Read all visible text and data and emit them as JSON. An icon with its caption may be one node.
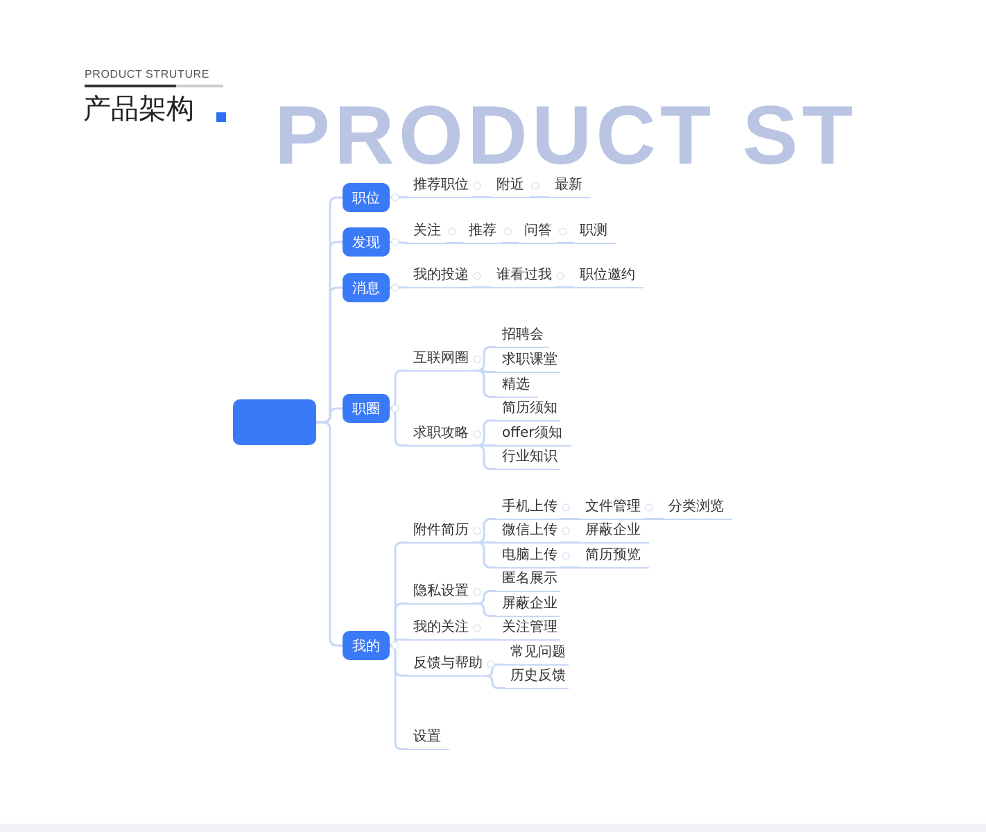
{
  "diagram": {
    "title": "产品架构",
    "nodes": [
      {
        "text": [],
        "shape": "box"
      },
      {
        "text": [
          "职位"
        ]
      },
      {
        "text": [
          "发现"
        ]
      },
      {
        "text": [
          "消息"
        ]
      },
      {
        "text": [
          "职圈"
        ]
      },
      {
        "text": [
          "我的"
        ]
      },
      {
        "text": [
          "推荐职位"
        ]
      },
      {
        "text": [
          "附近"
        ]
      },
      {
        "text": [
          "最新"
        ]
      },
      {
        "text": [
          "关注"
        ]
      },
      {
        "text": [
          "推荐"
        ]
      },
      {
        "text": [
          "问答"
        ]
      },
      {
        "text": [
          "职测"
        ]
      },
      {
        "text": [
          "我的投递"
        ]
      },
      {
        "text": [
          "谁看过我"
        ]
      },
      {
        "text": [
          "职位邀约"
        ]
      },
      {
        "text": [
          "互联网圈"
        ]
      },
      {
        "text": [
          "招聘会"
        ]
      },
      {
        "text": [
          "求职课堂"
        ]
      },
      {
        "text": [
          "精选"
        ]
      },
      {
        "text": [
          "求职攻略"
        ]
      },
      {
        "text": [
          "简历须知"
        ]
      },
      {
        "text": [
          "offer须知"
        ]
      },
      {
        "text": [
          "行业知识"
        ]
      },
      {
        "text": [
          "附件简历"
        ]
      },
      {
        "text": [
          "手机上传"
        ]
      },
      {
        "text": [
          "文件管理"
        ]
      },
      {
        "text": [
          "分类浏览"
        ]
      },
      {
        "text": [
          "微信上传"
        ]
      },
      {
        "text": [
          "屏蔽企业"
        ]
      },
      {
        "text": [
          "电脑上传"
        ]
      },
      {
        "text": [
          "简历预览"
        ]
      },
      {
        "text": [
          "隐私设置"
        ]
      },
      {
        "text": [
          "匿名展示"
        ]
      },
      {
        "text": [
          "屏蔽企业"
        ]
      },
      {
        "text": [
          "我的关注"
        ]
      },
      {
        "text": [
          "关注管理"
        ]
      },
      {
        "text": [
          "反馈与帮助"
        ]
      },
      {
        "text": [
          "常见问题"
        ]
      },
      {
        "text": [
          "历史反馈"
        ]
      },
      {
        "text": [
          "设置"
        ]
      }
    ],
    "edges": [
      {
        "from": 0,
        "to": 1,
        "arrow": "none"
      },
      {
        "from": 0,
        "to": 2,
        "arrow": "none"
      },
      {
        "from": 0,
        "to": 3,
        "arrow": "none"
      },
      {
        "from": 0,
        "to": 4,
        "arrow": "none"
      },
      {
        "from": 0,
        "to": 5,
        "arrow": "none"
      },
      {
        "from": 1,
        "to": 6,
        "arrow": "none"
      },
      {
        "from": 6,
        "to": 7,
        "arrow": "none"
      },
      {
        "from": 7,
        "to": 8,
        "arrow": "none"
      },
      {
        "from": 2,
        "to": 9,
        "arrow": "none"
      },
      {
        "from": 9,
        "to": 10,
        "arrow": "none"
      },
      {
        "from": 10,
        "to": 11,
        "arrow": "none"
      },
      {
        "from": 11,
        "to": 12,
        "arrow": "none"
      },
      {
        "from": 3,
        "to": 13,
        "arrow": "none"
      },
      {
        "from": 13,
        "to": 14,
        "arrow": "none"
      },
      {
        "from": 14,
        "to": 15,
        "arrow": "none"
      },
      {
        "from": 4,
        "to": 16,
        "arrow": "none"
      },
      {
        "from": 4,
        "to": 20,
        "arrow": "none"
      },
      {
        "from": 16,
        "to": 17,
        "arrow": "none"
      },
      {
        "from": 16,
        "to": 18,
        "arrow": "none"
      },
      {
        "from": 16,
        "to": 19,
        "arrow": "none"
      },
      {
        "from": 20,
        "to": 21,
        "arrow": "none"
      },
      {
        "from": 20,
        "to": 22,
        "arrow": "none"
      },
      {
        "from": 20,
        "to": 23,
        "arrow": "none"
      },
      {
        "from": 5,
        "to": 24,
        "arrow": "none"
      },
      {
        "from": 5,
        "to": 32,
        "arrow": "none"
      },
      {
        "from": 5,
        "to": 35,
        "arrow": "none"
      },
      {
        "from": 5,
        "to": 37,
        "arrow": "none"
      },
      {
        "from": 5,
        "to": 40,
        "arrow": "none"
      },
      {
        "from": 24,
        "to": 25,
        "arrow": "none"
      },
      {
        "from": 24,
        "to": 28,
        "arrow": "none"
      },
      {
        "from": 24,
        "to": 30,
        "arrow": "none"
      },
      {
        "from": 25,
        "to": 26,
        "arrow": "none"
      },
      {
        "from": 26,
        "to": 27,
        "arrow": "none"
      },
      {
        "from": 28,
        "to": 29,
        "arrow": "none"
      },
      {
        "from": 30,
        "to": 31,
        "arrow": "none"
      },
      {
        "from": 32,
        "to": 33,
        "arrow": "none"
      },
      {
        "from": 32,
        "to": 34,
        "arrow": "none"
      },
      {
        "from": 35,
        "to": 36,
        "arrow": "none"
      },
      {
        "from": 37,
        "to": 38,
        "arrow": "none"
      },
      {
        "from": 37,
        "to": 39,
        "arrow": "none"
      }
    ],
    "labels": [
      "PRODUCT STRUTURE",
      "PRODUCT ST"
    ]
  }
}
